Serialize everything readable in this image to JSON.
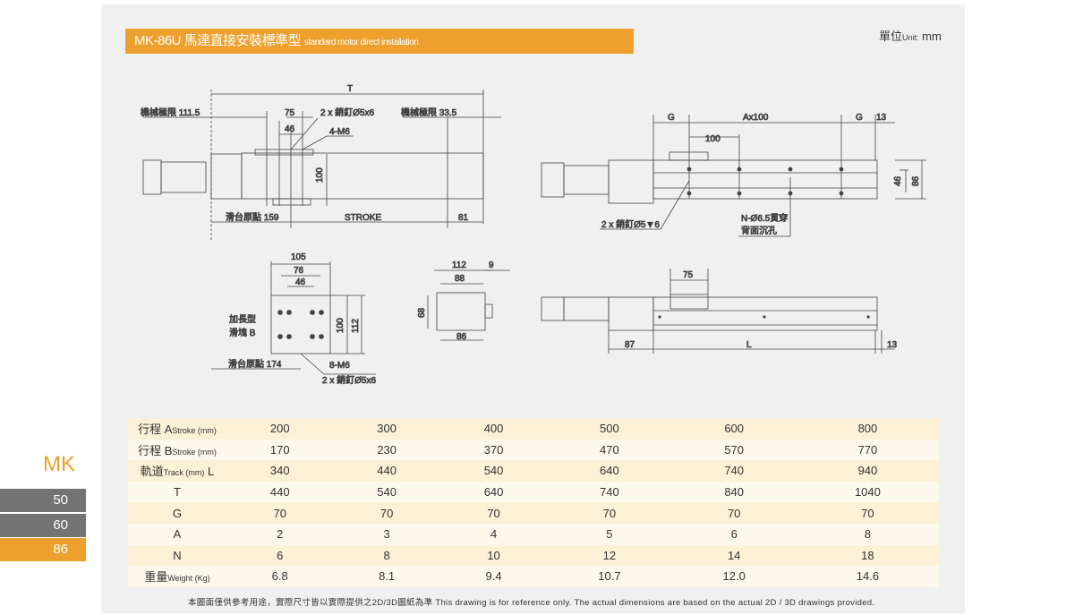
{
  "header": {
    "title": "MK-86U 馬達直接安裝標準型",
    "subtitle": "standard motor direct installation"
  },
  "unit": {
    "label": "單位",
    "unit_en": "Unit:",
    "value": "mm"
  },
  "drawing_labels": {
    "T": "T",
    "mech_limit_left": "機械極限 111.5",
    "mech_limit_right": "機械極限 33.5",
    "d75": "75",
    "d46": "46",
    "pin": "2 x 銷釘Ø5x6",
    "m6": "4-M6",
    "d100": "100",
    "origin159": "滑台原點 159",
    "stroke": "STROKE",
    "d81": "81",
    "d105": "105",
    "d76": "76",
    "d46b": "46",
    "d100b": "100",
    "d112": "112",
    "slider_b": "加長型",
    "slider_b2": "滑塊 B",
    "origin174": "滑台原點 174",
    "m6b": "8-M6",
    "pinb": "2 x 銷釘Ø5x6",
    "d112c": "112",
    "d9": "9",
    "d88": "88",
    "d68": "68",
    "d86c": "86",
    "G": "G",
    "Ax100": "Ax100",
    "G2": "G",
    "d13": "13",
    "d100d": "100",
    "d46d": "46",
    "d86d": "86",
    "pind": "2 x 銷釘Ø5▼6",
    "hole1": "N-Ø6.5貫穿",
    "hole2": "背面沉孔",
    "d75e": "75",
    "d87": "87",
    "L": "L",
    "d13e": "13"
  },
  "table": {
    "rows": [
      {
        "label": "行程 A",
        "sub": "Stroke (mm)",
        "values": [
          "200",
          "300",
          "400",
          "500",
          "600",
          "800"
        ]
      },
      {
        "label": "行程 B",
        "sub": "Stroke (mm)",
        "values": [
          "170",
          "230",
          "370",
          "470",
          "570",
          "770"
        ]
      },
      {
        "label": "軌道",
        "sub": "Track (mm)",
        "suffix": " L",
        "values": [
          "340",
          "440",
          "540",
          "640",
          "740",
          "940"
        ]
      },
      {
        "label": "T",
        "values": [
          "440",
          "540",
          "640",
          "740",
          "840",
          "1040"
        ]
      },
      {
        "label": "G",
        "values": [
          "70",
          "70",
          "70",
          "70",
          "70",
          "70"
        ]
      },
      {
        "label": "A",
        "values": [
          "2",
          "3",
          "4",
          "5",
          "6",
          "8"
        ]
      },
      {
        "label": "N",
        "values": [
          "6",
          "8",
          "10",
          "12",
          "14",
          "18"
        ]
      },
      {
        "label": "重量",
        "sub": "Weight (Kg)",
        "values": [
          "6.8",
          "8.1",
          "9.4",
          "10.7",
          "12.0",
          "14.6"
        ]
      }
    ]
  },
  "footer": "本圖面僅供參考用途，實際尺寸皆以實際提供之2D/3D圖紙為準 This drawing is for reference only. The actual dimensions are based on the actual 2D / 3D drawings provided.",
  "sidebar": {
    "series": "MK",
    "items": [
      {
        "label": "50",
        "active": false
      },
      {
        "label": "60",
        "active": false
      },
      {
        "label": "86",
        "active": true
      }
    ]
  },
  "colors": {
    "accent": "#eda02d",
    "gray": "#737373",
    "panel": "#eff0ef"
  }
}
